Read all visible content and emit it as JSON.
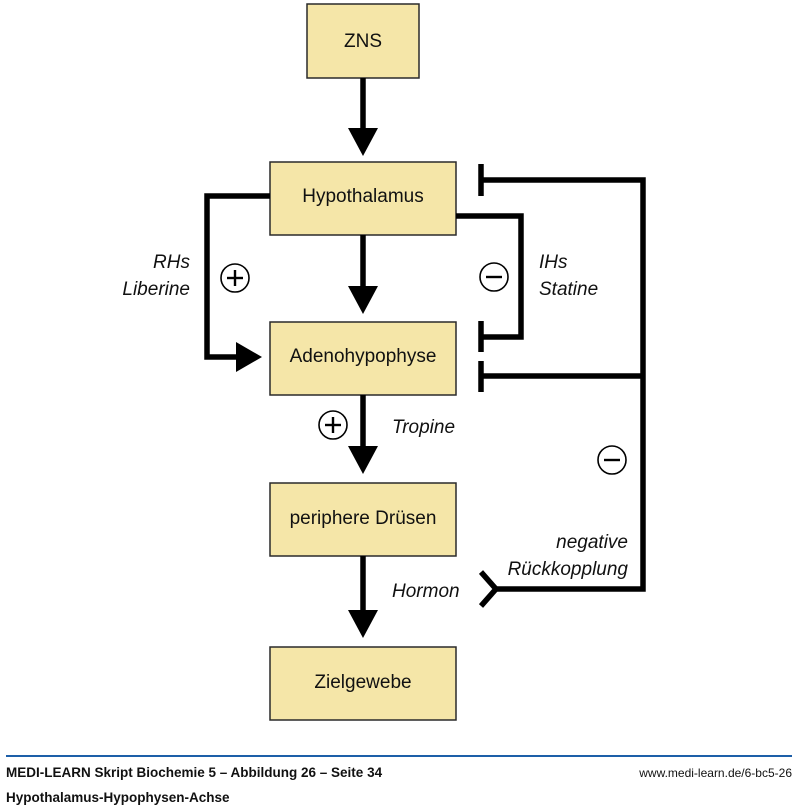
{
  "diagram": {
    "nodes": {
      "zns": "ZNS",
      "hypothalamus": "Hypothalamus",
      "adenohypophyse": "Adenohypophyse",
      "periphere_druesen": "periphere Drüsen",
      "zielgewebe": "Zielgewebe"
    },
    "labels": {
      "rhs": "RHs",
      "liberine": "Liberine",
      "ihs": "IHs",
      "statine": "Statine",
      "tropine": "Tropine",
      "hormon": "Hormon",
      "negative": "negative",
      "rueckkopplung": "Rückkopplung"
    },
    "signs": {
      "liberine_sign": "+",
      "statine_sign": "−",
      "tropine_sign": "+",
      "feedback_sign": "−"
    },
    "colors": {
      "box_fill": "#f5e6a8",
      "line": "#000000",
      "footer_rule": "#1d5fa8"
    }
  },
  "footer": {
    "source": "MEDI-LEARN Skript Biochemie 5 – Abbildung 26 – Seite 34",
    "title": "Hypothalamus-Hypophysen-Achse",
    "url": "www.medi-learn.de/6-bc5-26"
  }
}
